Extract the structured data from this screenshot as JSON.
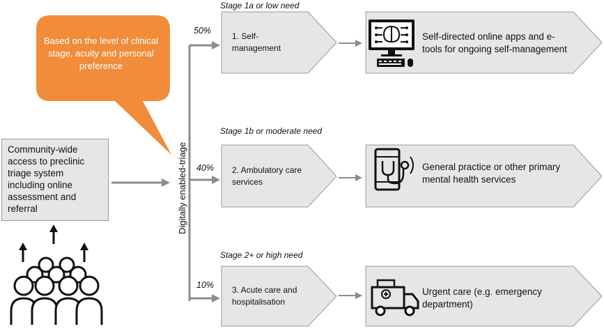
{
  "input_box": {
    "text": "Community-wide access to preclinic triage system including online assessment and referral"
  },
  "callout": {
    "text": "Based on the level of clinical stage, acuity and personal preference"
  },
  "triage_label": "Digitally enabled-triage",
  "branches": [
    {
      "stage": "Stage 1a or low need",
      "percent": "50%",
      "service": "1. Self-management",
      "outcome": "Self-directed online apps and e-tools for ongoing self-management",
      "icon": "computer-brain-icon"
    },
    {
      "stage": "Stage 1b or moderate need",
      "percent": "40%",
      "service": "2. Ambulatory care services",
      "outcome": "General practice or other primary mental health services",
      "icon": "phone-stethoscope-icon"
    },
    {
      "stage": "Stage 2+ or high need",
      "percent": "10%",
      "service": "3. Acute care and hospitalisation",
      "outcome": "Urgent care (e.g. emergency department)",
      "icon": "ambulance-icon"
    }
  ],
  "colors": {
    "callout": "#f08c3a",
    "box_fill": "#e6e6e6",
    "box_border": "#9a9a9a",
    "arrow": "#8c8c8c"
  },
  "icons": {
    "crowd": "crowd-icon",
    "up_arrow": "up-arrow-icon"
  }
}
